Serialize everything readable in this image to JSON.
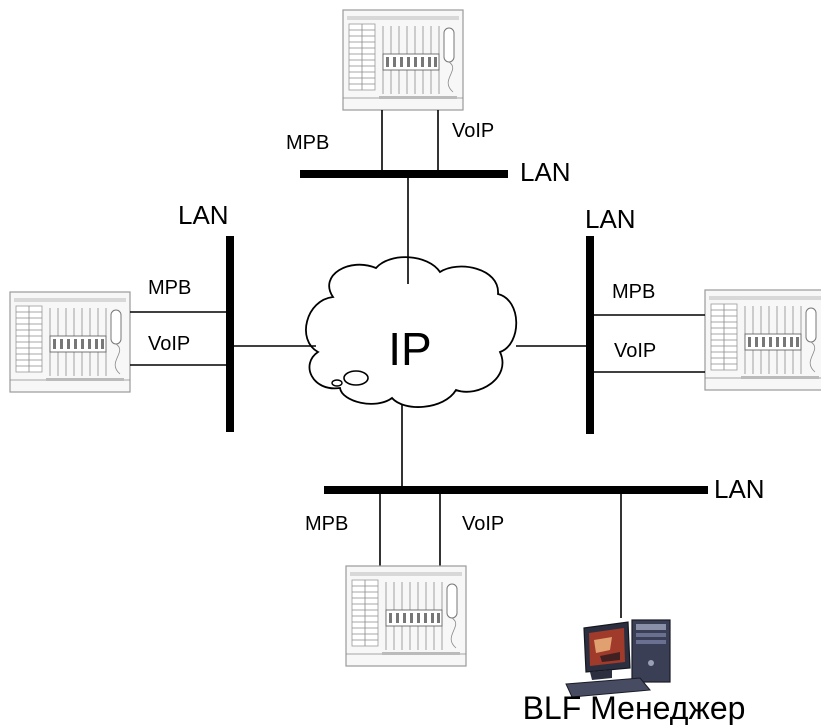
{
  "labels": {
    "mpb": "MPB",
    "voip": "VoIP",
    "lan": "LAN",
    "ip": "IP",
    "blf_manager": "BLF Менеджер"
  },
  "icons": {
    "pbx": "pbx-cabinet-icon",
    "pc": "desktop-computer-icon",
    "cloud": "ip-cloud-icon"
  }
}
